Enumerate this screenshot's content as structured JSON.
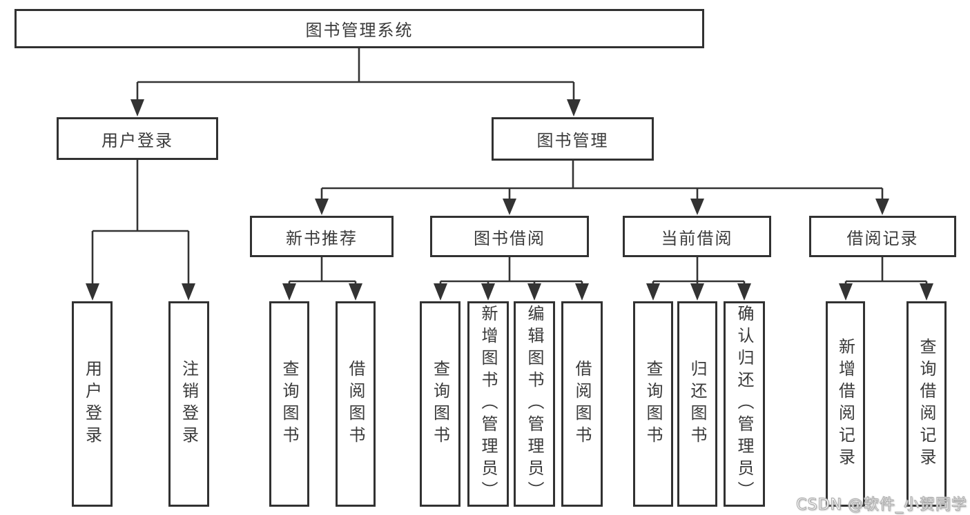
{
  "diagram": {
    "title_node": {
      "label": "图书管理系统"
    },
    "level2": {
      "user_login": {
        "label": "用户登录"
      },
      "book_management": {
        "label": "图书管理"
      }
    },
    "level3": {
      "new_book_recommend": {
        "label": "新书推荐"
      },
      "book_borrowing": {
        "label": "图书借阅"
      },
      "current_borrowing": {
        "label": "当前借阅"
      },
      "borrowing_records": {
        "label": "借阅记录"
      }
    },
    "leaves": {
      "user_login": {
        "label": "用户登录"
      },
      "logout": {
        "label": "注销登录"
      },
      "nb_query_books": {
        "label": "查询图书"
      },
      "nb_borrow_books": {
        "label": "借阅图书"
      },
      "bb_query_books": {
        "label": "查询图书"
      },
      "bb_add_books": {
        "label": "新增图书（管理员）"
      },
      "bb_edit_books": {
        "label": "编辑图书（管理员）"
      },
      "bb_borrow_books": {
        "label": "借阅图书"
      },
      "cb_query_books": {
        "label": "查询图书"
      },
      "cb_return_books": {
        "label": "归还图书"
      },
      "cb_confirm_return": {
        "label": "确认归还（管理员）"
      },
      "br_add_record": {
        "label": "新增借阅记录"
      },
      "br_query_record": {
        "label": "查询借阅记录"
      }
    },
    "colors": {
      "line": "#333333",
      "border": "#313131",
      "text": "#3a3a3a",
      "background": "#ffffff",
      "watermark_text": "#ffffff"
    }
  },
  "watermark": {
    "text": "CSDN @软件_小贺同学"
  }
}
